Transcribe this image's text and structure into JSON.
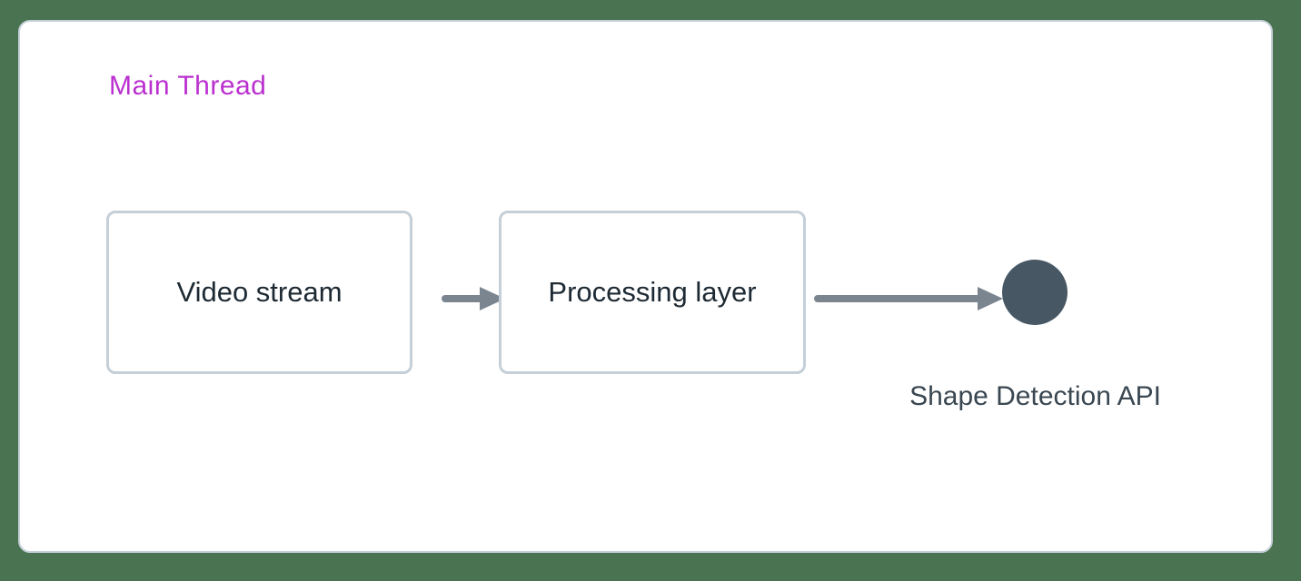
{
  "diagram": {
    "title": "Main Thread",
    "colors": {
      "page_background": "#4a7351",
      "card_background": "#ffffff",
      "card_border": "#c6d0d9",
      "node_border": "#c4cfd8",
      "node_text": "#1e2a33",
      "lane_label": "#ba30cf",
      "arrow": "#7b858f",
      "end_node_fill": "#475764",
      "end_node_label_text": "#3a4751"
    },
    "nodes": [
      {
        "id": "video-stream",
        "label": "Video stream",
        "type": "box"
      },
      {
        "id": "processing-layer",
        "label": "Processing layer",
        "type": "box"
      },
      {
        "id": "shape-detection-api",
        "label": "Shape Detection API",
        "type": "circle"
      }
    ],
    "edges": [
      {
        "from": "video-stream",
        "to": "processing-layer",
        "style": "arrow"
      },
      {
        "from": "processing-layer",
        "to": "shape-detection-api",
        "style": "arrow"
      }
    ]
  }
}
